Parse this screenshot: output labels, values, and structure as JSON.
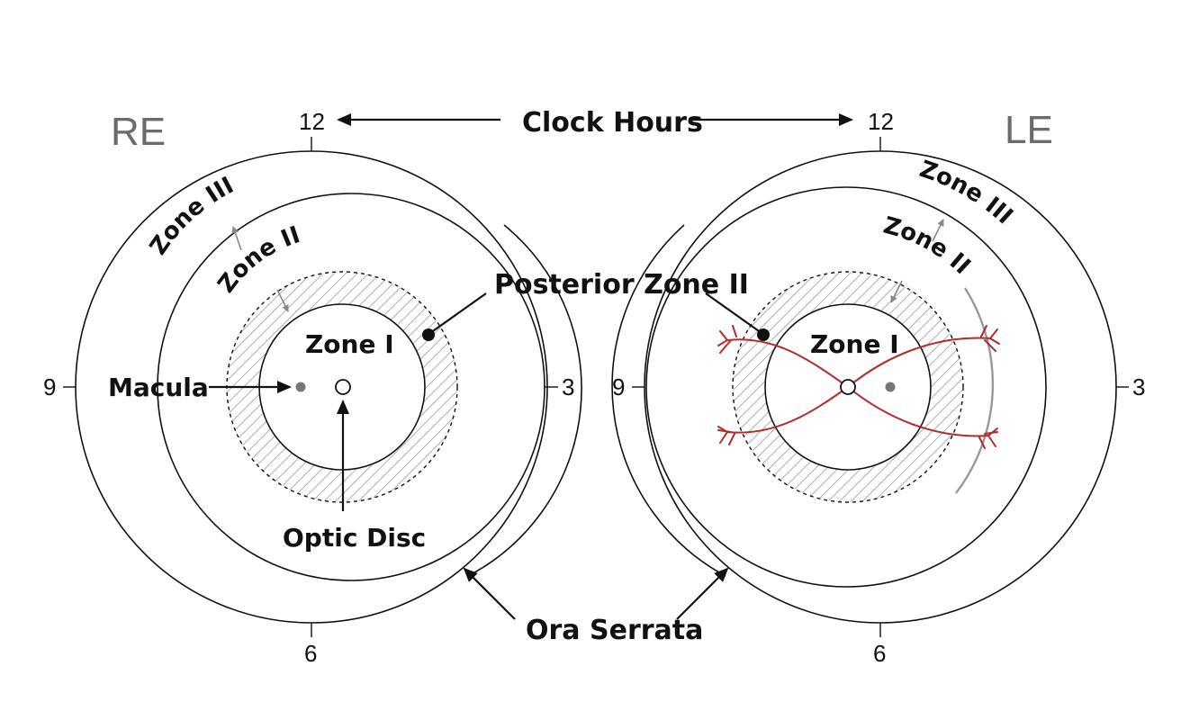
{
  "labels": {
    "right_eye": "RE",
    "left_eye": "LE",
    "clock_hours": "Clock Hours",
    "posterior_zone_ii": "Posterior Zone II",
    "ora_serrata": "Ora Serrata",
    "macula": "Macula",
    "optic_disc": "Optic Disc"
  },
  "zones": {
    "zone_i": "Zone I",
    "zone_ii": "Zone II",
    "zone_iii": "Zone III"
  },
  "clock": {
    "twelve": "12",
    "three": "3",
    "six": "6",
    "nine": "9"
  },
  "colors": {
    "vessel": "#b52a2a",
    "hatch": "#9a9a9a",
    "line": "#111111",
    "eye_label": "#6b6b6b"
  }
}
